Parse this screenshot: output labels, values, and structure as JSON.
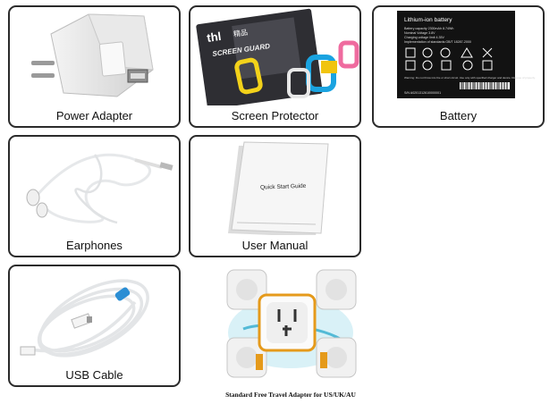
{
  "items": [
    {
      "caption": "Power Adapter"
    },
    {
      "caption": "Screen Protector"
    },
    {
      "caption": "Battery"
    },
    {
      "caption": "Earphones"
    },
    {
      "caption": "User Manual"
    },
    {
      "caption": "USB Cable"
    }
  ],
  "screen_protector": {
    "brand": "thl",
    "brand_sub": "精品",
    "title": "SCREEN GUARD"
  },
  "battery": {
    "type": "Lithium-ion battery",
    "specs": [
      "Battery capacity 2300mAh  8.74Wh",
      "Nominal Voltage 3.8V",
      "Charging voltage limit 4.35V",
      "Implementation of standards:GB/T 18287-2000"
    ],
    "serial": "S/N A0201312610000001",
    "warning": "Warning: Do not throw into fire or short circuit. Use only with specified charger and device. Dispose of properly."
  },
  "manual": {
    "title": "Quick Start Guide"
  },
  "adapter": {
    "caption": "Standard Free Travel Adapter for US/UK/AU"
  },
  "colors": {
    "border": "#2b2b2b",
    "cable": "#e6e8ea",
    "accent_blue": "#2b8ed4",
    "frame_orange": "#e59a1b",
    "battery_bg": "#121212"
  }
}
